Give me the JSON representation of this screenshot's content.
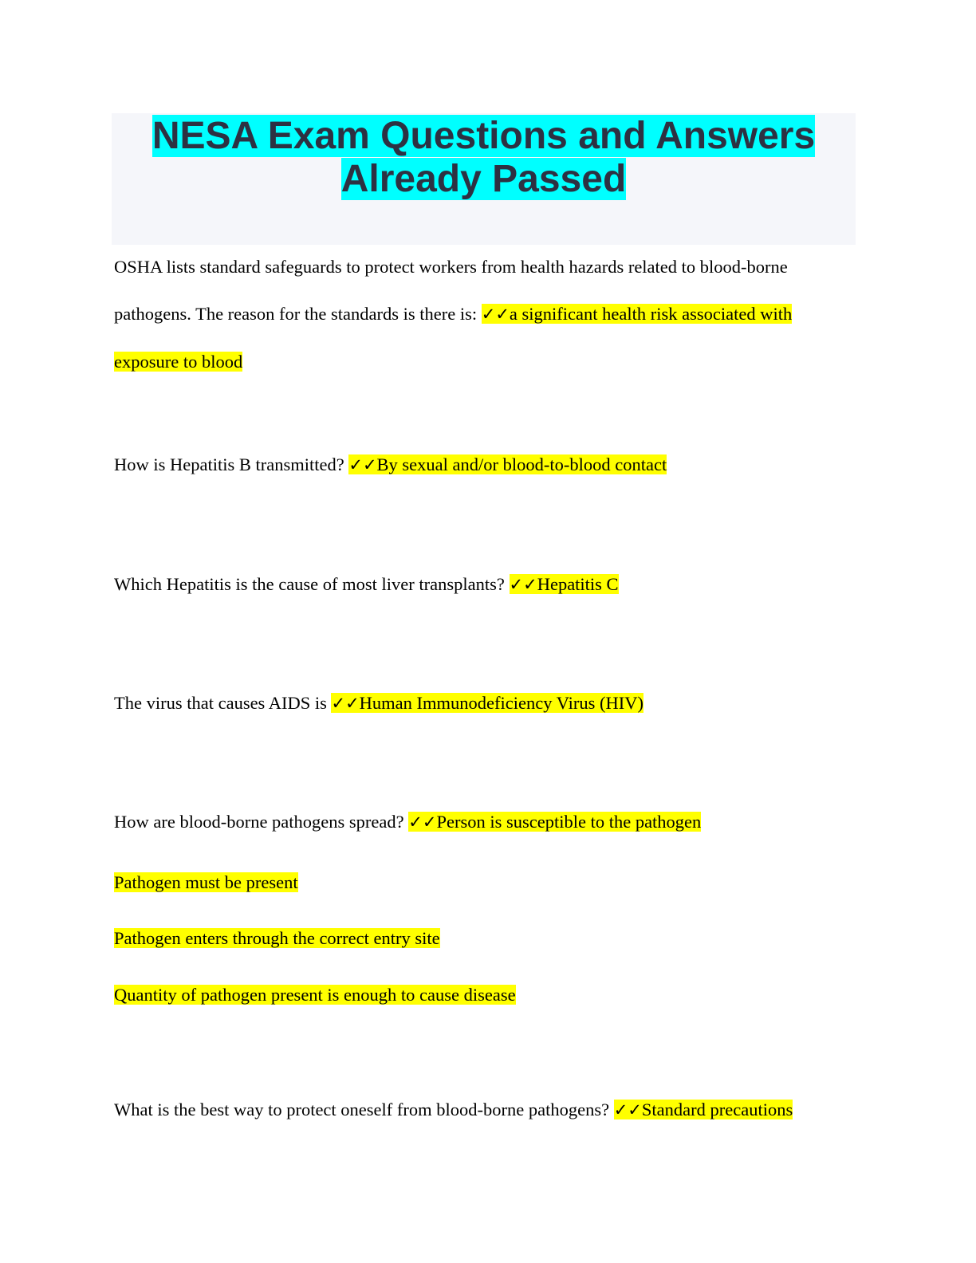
{
  "title": {
    "line1": "NESA Exam Questions and Answers",
    "line2": "Already Passed"
  },
  "check_mark": "✓✓",
  "qa": [
    {
      "question": "OSHA lists standard safeguards to protect workers from health hazards related to blood-borne pathogens. The reason for the standards is there is: ",
      "answer": "a significant health risk associated with exposure to blood"
    },
    {
      "question": "How is Hepatitis B transmitted? ",
      "answer": "By sexual and/or blood-to-blood contact"
    },
    {
      "question": "Which Hepatitis is the cause of most liver transplants? ",
      "answer": "Hepatitis C"
    },
    {
      "question": "The virus that causes AIDS is ",
      "answer": "Human Immunodeficiency Virus (HIV)"
    },
    {
      "question": "How are blood-borne pathogens spread? ",
      "answer": "Person is susceptible to the pathogen",
      "extra_lines": [
        "Pathogen must be present",
        "Pathogen enters through the correct entry site",
        "Quantity of pathogen present is enough to cause disease"
      ]
    },
    {
      "question": "What is the best way to protect oneself from blood-borne pathogens? ",
      "answer": "Standard precautions"
    }
  ],
  "colors": {
    "title_highlight": "#00ffff",
    "answer_highlight": "#ffff00",
    "title_text": "#2d3142",
    "title_background": "#f5f6fa"
  }
}
